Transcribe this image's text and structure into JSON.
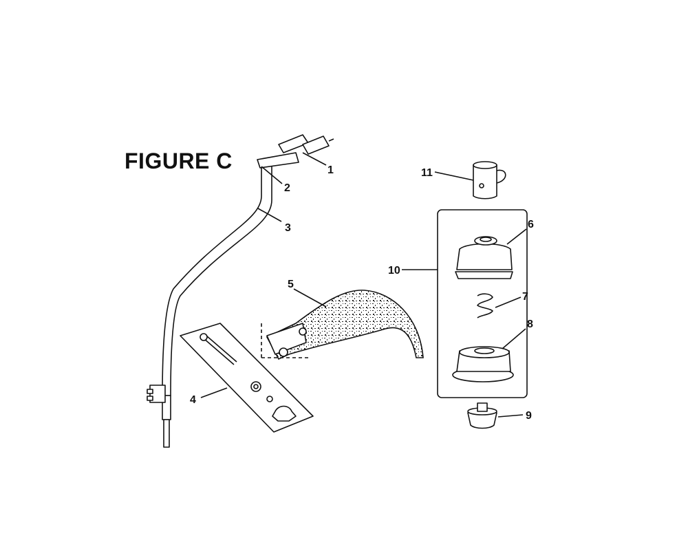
{
  "figure": {
    "title": "FIGURE C",
    "callouts": [
      {
        "id": "callout-1",
        "label": "1"
      },
      {
        "id": "callout-2",
        "label": "2"
      },
      {
        "id": "callout-3",
        "label": "3"
      },
      {
        "id": "callout-4",
        "label": "4"
      },
      {
        "id": "callout-5",
        "label": "5"
      },
      {
        "id": "callout-6",
        "label": "6"
      },
      {
        "id": "callout-7",
        "label": "7"
      },
      {
        "id": "callout-8",
        "label": "8"
      },
      {
        "id": "callout-9",
        "label": "9"
      },
      {
        "id": "callout-10",
        "label": "10"
      },
      {
        "id": "callout-11",
        "label": "11"
      }
    ]
  },
  "colors": {
    "ink": "#111111",
    "paper": "#ffffff",
    "shield_speckle": "#222222"
  }
}
